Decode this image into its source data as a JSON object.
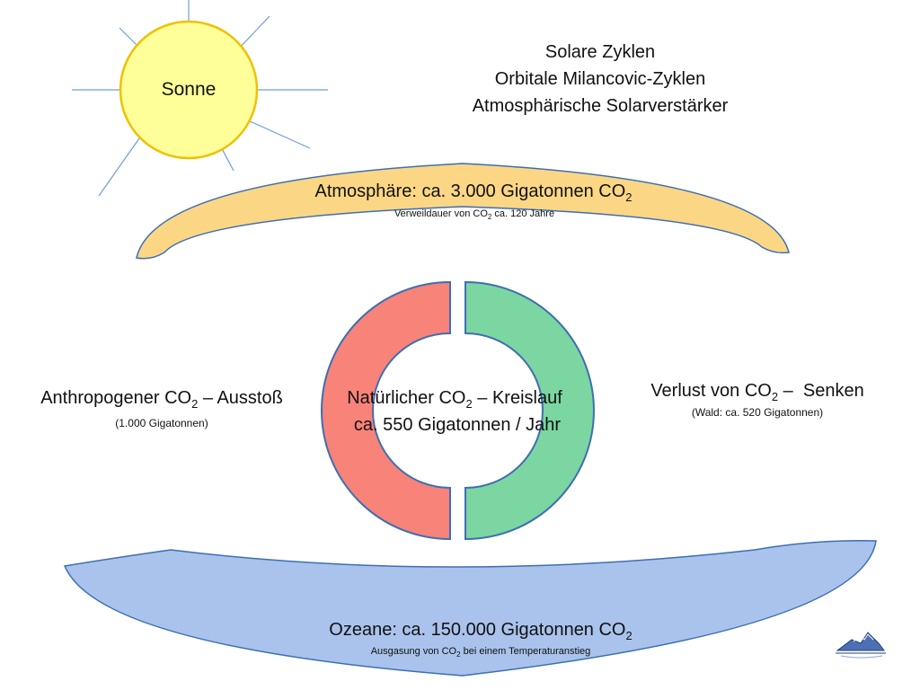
{
  "sun": {
    "label": "Sonne",
    "fill": "#ffff99",
    "stroke": "#f0c000",
    "ray_color": "#6d9ed6"
  },
  "solar_factors": [
    "Solare Zyklen",
    "Orbitale Milancovic-Zyklen",
    "Atmosphärische Solarverstärker"
  ],
  "atmosphere": {
    "title": "Atmosphäre: ca. 3.000 Gigatonnen CO",
    "title_sub": "2",
    "note_a": "Verweildauer von CO",
    "note_sub": "2",
    "note_b": " ca. 120 Jahre",
    "fill": "#fbd785",
    "stroke": "#3e6eb3"
  },
  "cycle": {
    "line1_a": "Natürlicher CO",
    "line1_sub": "2",
    "line1_b": " – Kreislauf",
    "line2": "ca. 550 Gigatonnen / Jahr",
    "left_fill": "#f88379",
    "right_fill": "#7bd6a1",
    "stroke": "#3e6eb3"
  },
  "anthropogenic": {
    "title_a": "Anthropogener CO",
    "title_sub": "2",
    "title_b": " – Ausstoß",
    "note": "(1.000 Gigatonnen)"
  },
  "sinks": {
    "title_a": "Verlust von CO",
    "title_sub": "2",
    "title_b": " –  Senken",
    "note": "(Wald: ca. 520 Gigatonnen)"
  },
  "ocean": {
    "title": "Ozeane: ca. 150.000 Gigatonnen CO",
    "title_sub": "2",
    "note_a": "Ausgasung von CO",
    "note_sub": "2",
    "note_b": " bei einem Temperaturanstieg",
    "fill": "#a9c3ec",
    "stroke": "#3e6eb3"
  },
  "logo": {
    "icon": "mountain-logo-icon"
  }
}
